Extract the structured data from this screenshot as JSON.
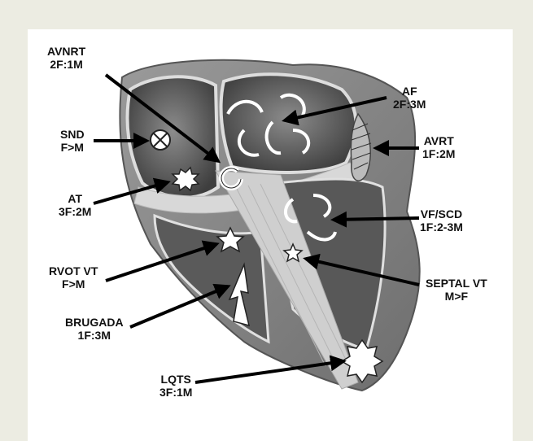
{
  "labels": {
    "avnrt": {
      "name": "AVNRT",
      "ratio": "2F:1M"
    },
    "af": {
      "name": "AF",
      "ratio": "2F:3M"
    },
    "snd": {
      "name": "SND",
      "ratio": "F>M"
    },
    "avrt": {
      "name": "AVRT",
      "ratio": "1F:2M"
    },
    "at": {
      "name": "AT",
      "ratio": "3F:2M"
    },
    "vf": {
      "name": "VF/SCD",
      "ratio": "1F:2-3M"
    },
    "rvot": {
      "name": "RVOT VT",
      "ratio": "F>M"
    },
    "septal": {
      "name": "SEPTAL VT",
      "ratio": "M>F"
    },
    "brugada": {
      "name": "BRUGADA",
      "ratio": "1F:3M"
    },
    "lqts": {
      "name": "LQTS",
      "ratio": "3F:1M"
    }
  },
  "colors": {
    "background": "#ecece2",
    "panel": "#ffffff",
    "text": "#111111",
    "arrow": "#000000",
    "heart_wall": "#7d7d7d",
    "heart_chamber": "#4a4a4a",
    "septum": "#cfcfcf"
  }
}
